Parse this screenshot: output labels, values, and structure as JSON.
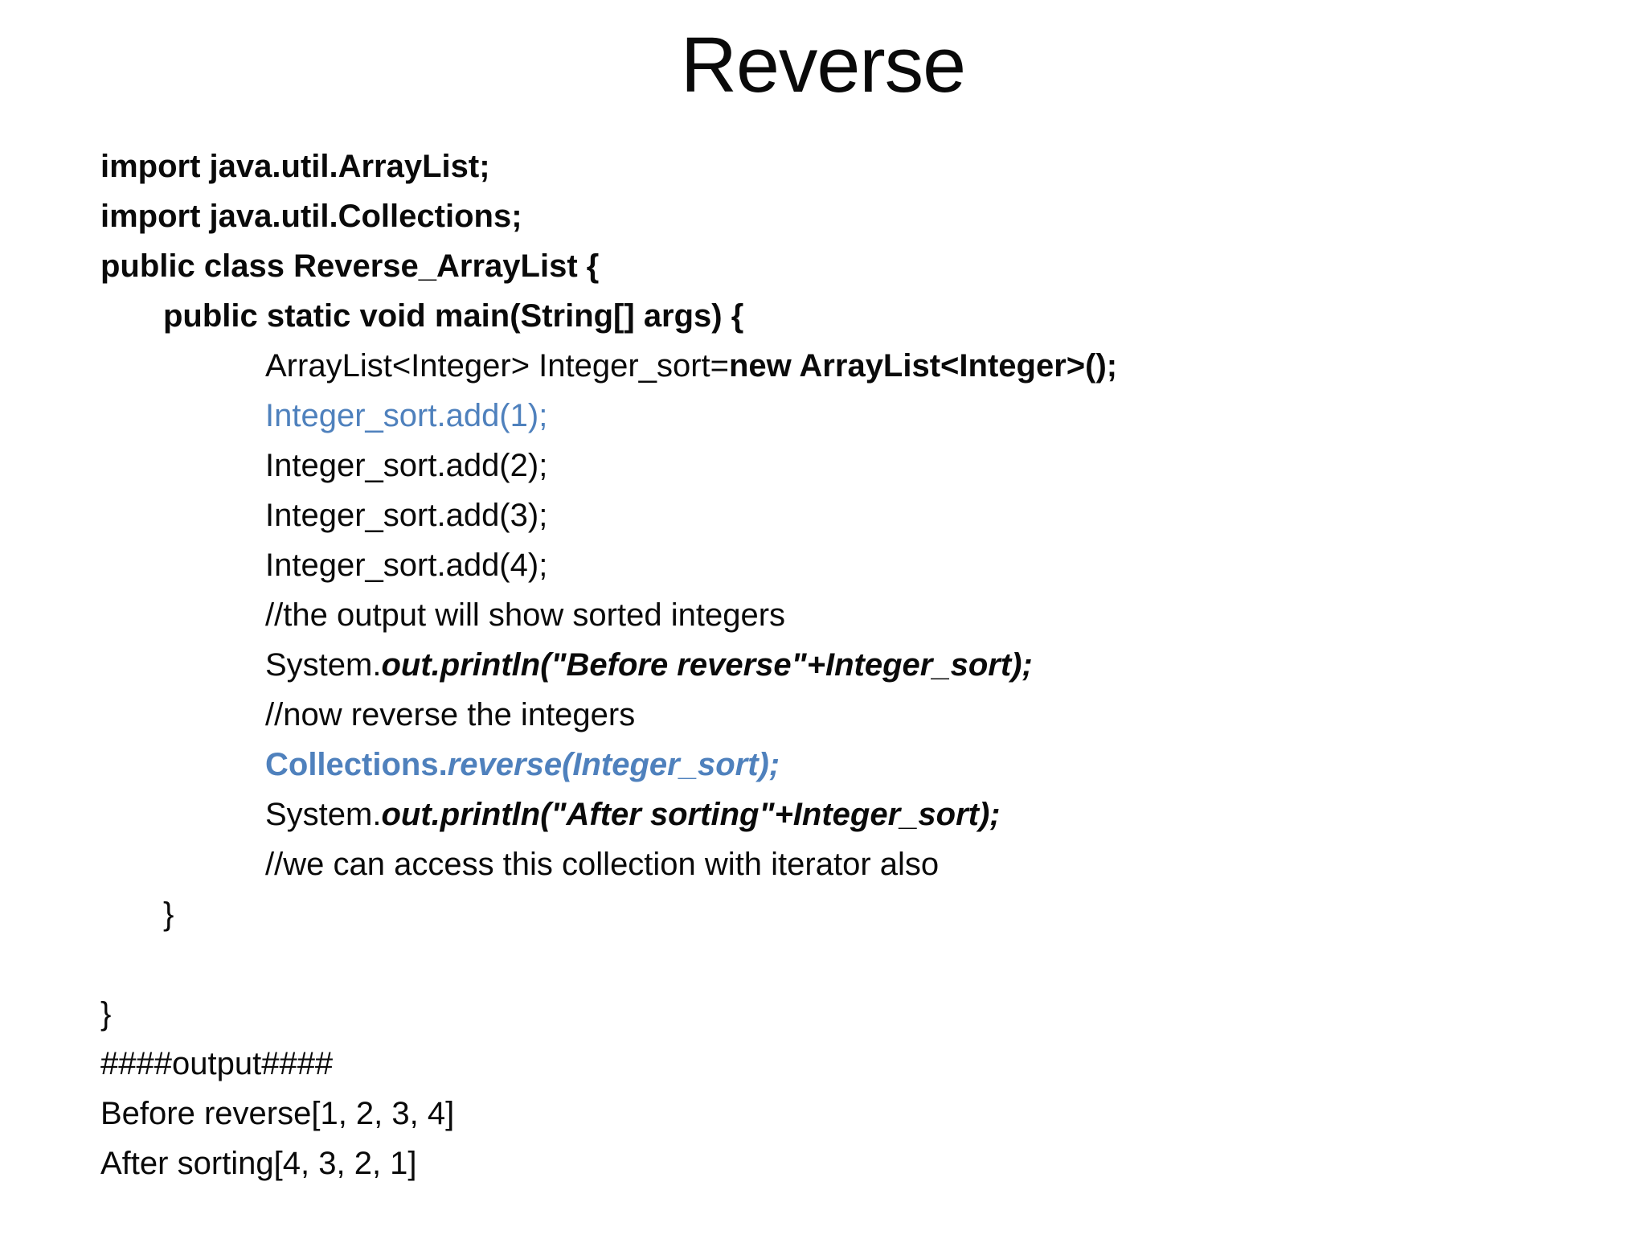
{
  "title": "Reverse",
  "colors": {
    "background": "#ffffff",
    "text": "#0a0a0a",
    "accent_blue": "#4f81bd"
  },
  "code": {
    "lines": [
      {
        "indent": 0,
        "segments": [
          {
            "text": "import java.util.ArrayList;",
            "styles": [
              "bold"
            ]
          }
        ]
      },
      {
        "indent": 0,
        "segments": [
          {
            "text": "import java.util.Collections;",
            "styles": [
              "bold"
            ]
          }
        ]
      },
      {
        "indent": 0,
        "segments": [
          {
            "text": "public class Reverse_ArrayList {",
            "styles": [
              "bold"
            ]
          }
        ]
      },
      {
        "indent": 1,
        "segments": [
          {
            "text": "public static void main(String[] args) {",
            "styles": [
              "bold"
            ]
          }
        ]
      },
      {
        "indent": 2,
        "segments": [
          {
            "text": "ArrayList<Integer> Integer_sort=",
            "styles": []
          },
          {
            "text": "new ArrayList<Integer>();",
            "styles": [
              "bold"
            ]
          }
        ]
      },
      {
        "indent": 2,
        "segments": [
          {
            "text": "Integer_sort.add(1);",
            "styles": [
              "blue"
            ]
          }
        ]
      },
      {
        "indent": 2,
        "segments": [
          {
            "text": "Integer_sort.add(2);",
            "styles": []
          }
        ]
      },
      {
        "indent": 2,
        "segments": [
          {
            "text": "Integer_sort.add(3);",
            "styles": []
          }
        ]
      },
      {
        "indent": 2,
        "segments": [
          {
            "text": "Integer_sort.add(4);",
            "styles": []
          }
        ]
      },
      {
        "indent": 2,
        "segments": [
          {
            "text": "//the output will show sorted integers",
            "styles": []
          }
        ]
      },
      {
        "indent": 2,
        "segments": [
          {
            "text": "System.",
            "styles": []
          },
          {
            "text": "out.println(\"Before reverse\"+Integer_sort);",
            "styles": [
              "bold",
              "italic"
            ]
          }
        ]
      },
      {
        "indent": 2,
        "segments": [
          {
            "text": "//now reverse the integers",
            "styles": []
          }
        ]
      },
      {
        "indent": 2,
        "segments": [
          {
            "text": "Collections.",
            "styles": [
              "bold",
              "blue"
            ]
          },
          {
            "text": "reverse(Integer_sort);",
            "styles": [
              "bold",
              "italic",
              "blue"
            ]
          }
        ]
      },
      {
        "indent": 2,
        "segments": [
          {
            "text": "System.",
            "styles": []
          },
          {
            "text": "out.println(\"After sorting\"+Integer_sort);",
            "styles": [
              "bold",
              "italic"
            ]
          }
        ]
      },
      {
        "indent": 2,
        "segments": [
          {
            "text": "//we can access this collection with iterator also",
            "styles": []
          }
        ]
      },
      {
        "indent": 1,
        "segments": [
          {
            "text": "}",
            "styles": []
          }
        ]
      },
      {
        "indent": 0,
        "segments": []
      },
      {
        "indent": 0,
        "segments": [
          {
            "text": "}",
            "styles": []
          }
        ]
      },
      {
        "indent": 0,
        "segments": [
          {
            "text": "####output####",
            "styles": []
          }
        ]
      },
      {
        "indent": 0,
        "segments": [
          {
            "text": "Before reverse[1, 2, 3, 4]",
            "styles": []
          }
        ]
      },
      {
        "indent": 0,
        "segments": [
          {
            "text": "After sorting[4, 3, 2, 1]",
            "styles": []
          }
        ]
      }
    ]
  }
}
